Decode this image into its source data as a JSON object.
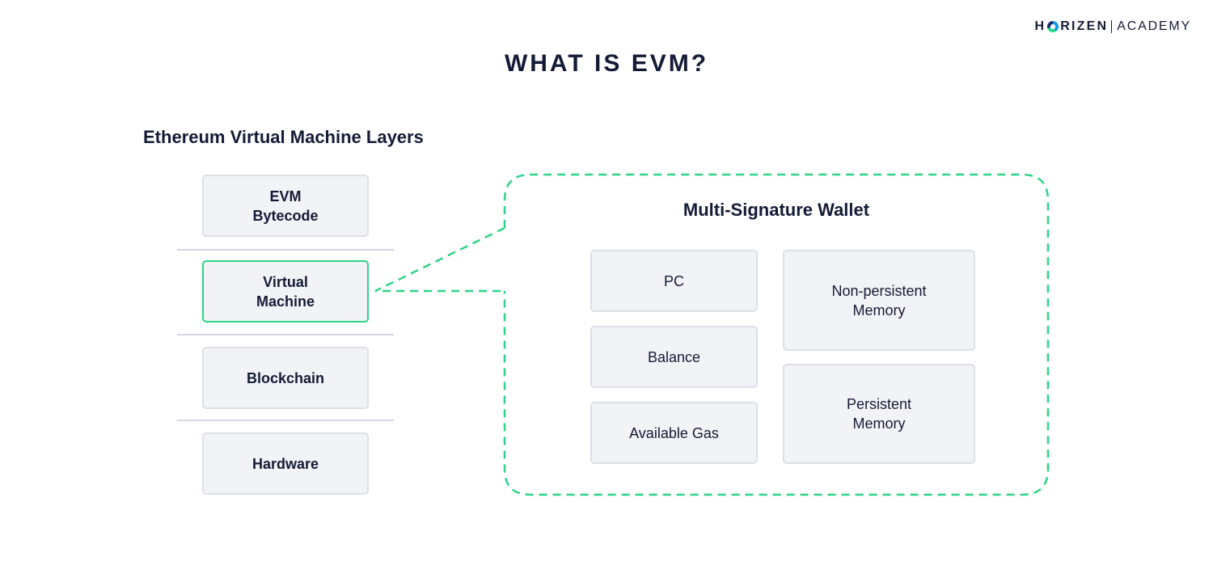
{
  "brand": {
    "name_left": "H",
    "name_right": "RIZEN",
    "name_suffix": "ACADEMY"
  },
  "title": "WHAT IS EVM?",
  "subtitle": "Ethereum Virtual Machine Layers",
  "layers": [
    {
      "line1": "EVM",
      "line2": "Bytecode"
    },
    {
      "line1": "Virtual",
      "line2": "Machine"
    },
    {
      "line1": "Blockchain"
    },
    {
      "line1": "Hardware"
    }
  ],
  "wallet": {
    "title": "Multi-Signature Wallet",
    "items": [
      {
        "line1": "PC"
      },
      {
        "line1": "Balance"
      },
      {
        "line1": "Available Gas"
      },
      {
        "line1": "Non-persistent",
        "line2": "Memory"
      },
      {
        "line1": "Persistent",
        "line2": "Memory"
      }
    ]
  },
  "colors": {
    "accent_green": "#2ed486",
    "text_dark": "#141b36",
    "box_fill": "#f2f3f6",
    "box_border": "#dcdfe6"
  }
}
